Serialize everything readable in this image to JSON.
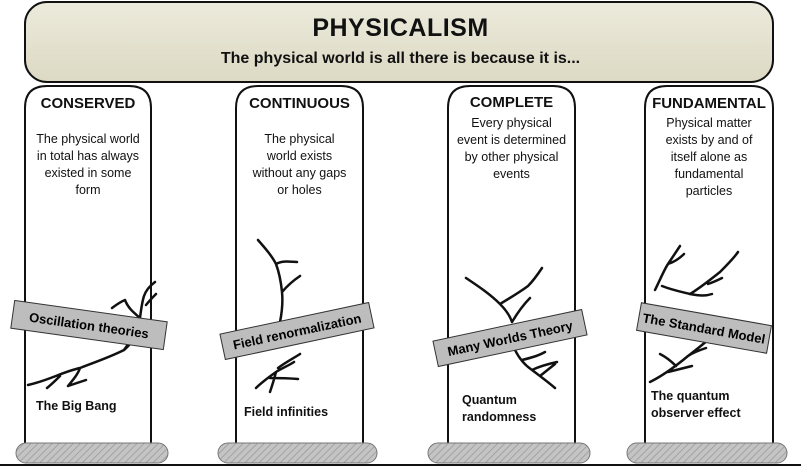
{
  "banner": {
    "title": "PHYSICALISM",
    "subtitle": "The physical world is all there is because it is..."
  },
  "columns": [
    {
      "title": "CONSERVED",
      "description": [
        "The physical world",
        "in total has always",
        "existed in some",
        "form"
      ],
      "theory": "Oscillation theories",
      "bottom": [
        "The Big Bang"
      ]
    },
    {
      "title": "CONTINUOUS",
      "description": [
        "The physical",
        "world exists",
        "without any gaps",
        "or holes"
      ],
      "theory": "Field renormalization",
      "bottom": [
        "Field infinities"
      ]
    },
    {
      "title": "COMPLETE",
      "description": [
        "Every physical",
        "event is determined",
        "by other physical",
        "events"
      ],
      "theory": "Many Worlds Theory",
      "bottom": [
        "Quantum",
        "randomness"
      ]
    },
    {
      "title": "FUNDAMENTAL",
      "description": [
        "Physical matter",
        "exists by and of",
        "itself alone as",
        "fundamental",
        "particles"
      ],
      "theory": "The Standard Model",
      "bottom": [
        "The quantum",
        "observer effect"
      ]
    }
  ]
}
